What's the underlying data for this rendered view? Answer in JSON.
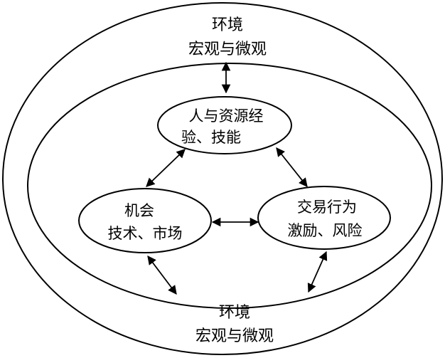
{
  "outer_env": {
    "top_line1": "环境",
    "top_line2": "宏观与微观",
    "bottom_line1": "环境",
    "bottom_line2": "宏观与微观"
  },
  "nodes": {
    "resources": {
      "line1": "人与资源经",
      "line2": "验、技能"
    },
    "opportunity": {
      "line1": "机会",
      "line2": "技术、市场"
    },
    "transaction": {
      "line1": "交易行为",
      "line2": "激励、风险"
    }
  },
  "colors": {
    "stroke": "#000000",
    "background": "#ffffff"
  }
}
